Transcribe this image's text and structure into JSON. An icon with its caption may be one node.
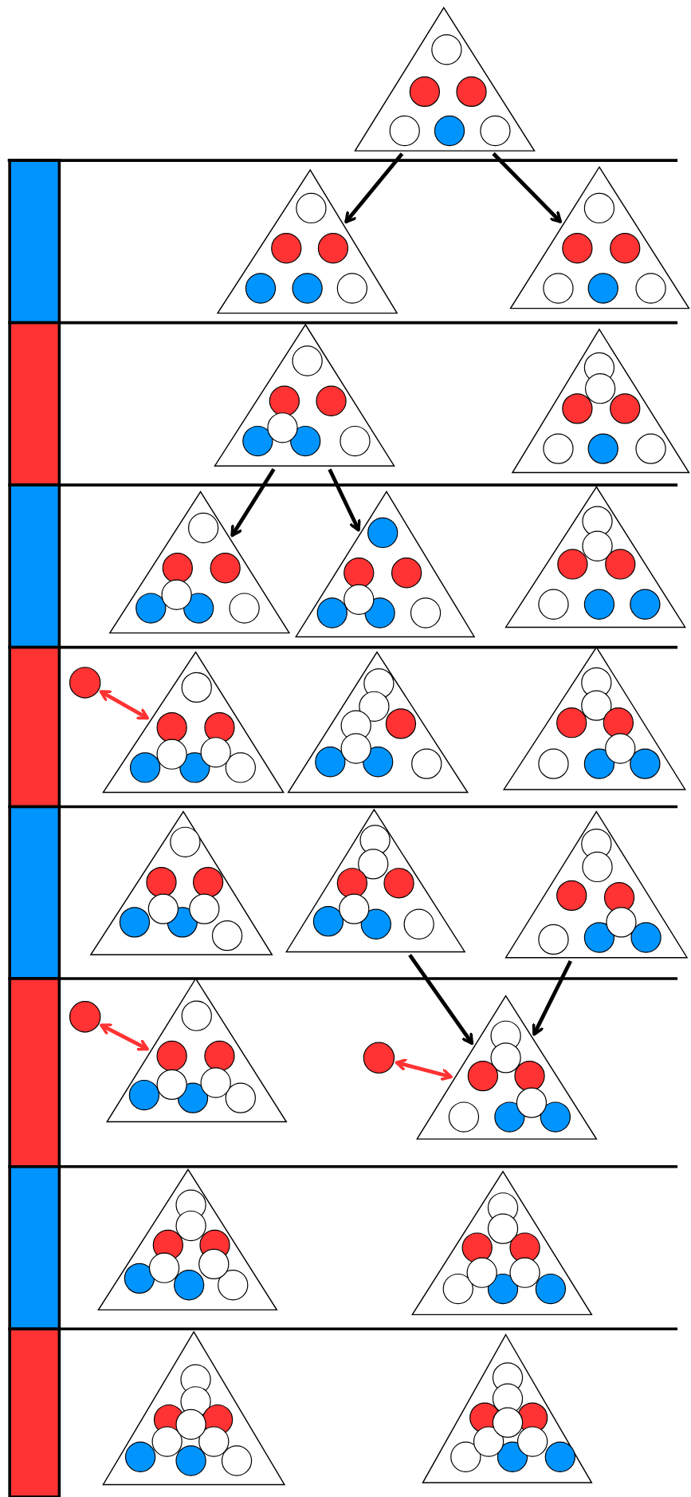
{
  "diagram": {
    "nodes": [
      {
        "text": [],
        "shape": "triangle"
      },
      {
        "text": [],
        "shape": "triangle"
      },
      {
        "text": [],
        "shape": "triangle"
      },
      {
        "text": [],
        "shape": "triangle"
      },
      {
        "text": [],
        "shape": "triangle"
      },
      {
        "text": [],
        "shape": "triangle"
      },
      {
        "text": [],
        "shape": "triangle"
      },
      {
        "text": [],
        "shape": "triangle"
      },
      {
        "text": [],
        "shape": "circle"
      },
      {
        "text": [],
        "shape": "triangle"
      },
      {
        "text": [],
        "shape": "triangle"
      },
      {
        "text": [],
        "shape": "triangle"
      },
      {
        "text": [],
        "shape": "triangle"
      },
      {
        "text": [],
        "shape": "triangle"
      },
      {
        "text": [],
        "shape": "triangle"
      },
      {
        "text": [],
        "shape": "circle"
      },
      {
        "text": [],
        "shape": "triangle"
      },
      {
        "text": [],
        "shape": "circle"
      },
      {
        "text": [],
        "shape": "triangle"
      },
      {
        "text": [],
        "shape": "triangle"
      },
      {
        "text": [],
        "shape": "triangle"
      },
      {
        "text": [],
        "shape": "triangle"
      },
      {
        "text": [],
        "shape": "triangle"
      }
    ],
    "edges": [
      {
        "from": 0,
        "to": 1,
        "arrow": "to"
      },
      {
        "from": 0,
        "to": 2,
        "arrow": "to"
      },
      {
        "from": 3,
        "to": 5,
        "arrow": "to"
      },
      {
        "from": 3,
        "to": 6,
        "arrow": "to"
      },
      {
        "from": 8,
        "to": 9,
        "arrow": "both",
        "color": "#ff3333"
      },
      {
        "from": 13,
        "to": 18,
        "arrow": "to"
      },
      {
        "from": 14,
        "to": 18,
        "arrow": "to"
      },
      {
        "from": 15,
        "to": 16,
        "arrow": "both",
        "color": "#ff3333"
      },
      {
        "from": 17,
        "to": 18,
        "arrow": "both",
        "color": "#ff3333"
      }
    ]
  }
}
